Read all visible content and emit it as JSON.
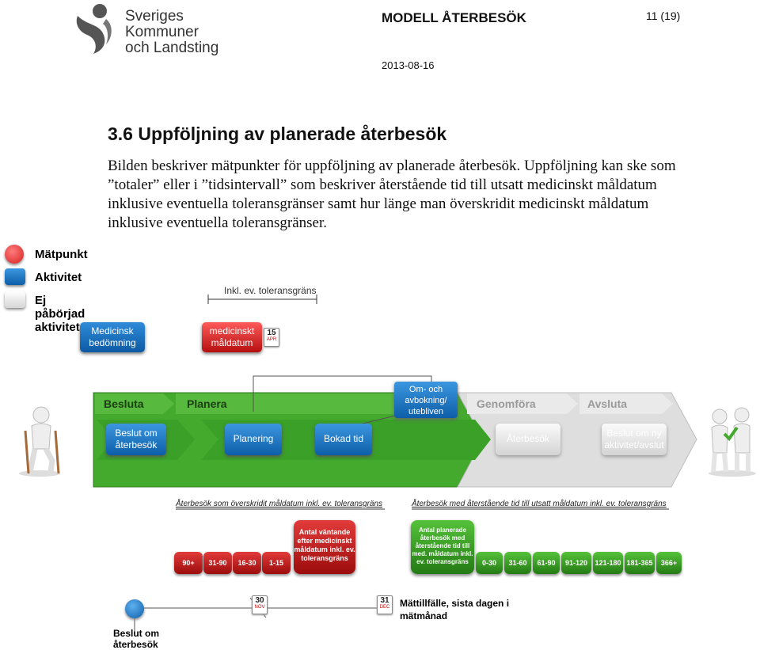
{
  "header": {
    "logo_lines": [
      "Sveriges",
      "Kommuner",
      "och Landsting"
    ],
    "title": "MODELL ÅTERBESÖK",
    "page": "11 (19)",
    "date": "2013-08-16"
  },
  "section": {
    "title": "3.6  Uppföljning av planerade återbesök",
    "paragraph": "Bilden beskriver mätpunkter för uppföljning av planerade återbesök. Uppföljning kan ske som ”totaler” eller i ”tidsintervall” som beskriver återstående tid till utsatt medicinskt måldatum inklusive eventuella toleransgränser samt hur länge man överskridit medicinskt måldatum inklusive eventuella toleransgränser."
  },
  "legend": {
    "matpunkt": "Mätpunkt",
    "aktivitet": "Aktivitet",
    "ej": "Ej påbörjad aktivitet"
  },
  "diagram": {
    "tolerance_label": "Inkl. ev. toleransgräns",
    "medicinsk": "Medicinsk bedömning",
    "maldatum": "medicinskt måldatum",
    "cal1": {
      "day": "15",
      "month": "APR"
    },
    "phases": {
      "besluta": "Besluta",
      "planera": "Planera",
      "om": "Om- och avbokning/ utebliven",
      "genomfora": "Genomföra",
      "avsluta": "Avsluta"
    },
    "activities": {
      "beslut": "Beslut om återbesök",
      "planering": "Planering",
      "bokad": "Bokad tid",
      "aterbesok": "Återbesök",
      "beslut_ny": "Beslut om ny aktivitet/avslut"
    },
    "overskridit": "Återbesök som överskridit måldatum inkl. ev. toleransgräns",
    "aterstaende": "Återbesök med återstående tid till utsatt måldatum inkl. ev. toleransgräns",
    "red_main": "Antal väntande efter medicinskt måldatum inkl. ev. toleransgräns",
    "green_main": "Antal planerade återbesök med återstående tid till med. måldatum inkl. ev. toleransgräns",
    "red_bins": [
      "90+",
      "31-90",
      "16-30",
      "1-15"
    ],
    "green_bins": [
      "0-30",
      "31-60",
      "61-90",
      "91-120",
      "121-180",
      "181-365",
      "366+"
    ],
    "cal2": {
      "day": "30",
      "month": "NOV"
    },
    "cal3": {
      "day": "31",
      "month": "DEC"
    },
    "mattillfalle": "Mättillfälle, sista dagen i mätmånad",
    "beslut_bottom": "Beslut om återbesök"
  },
  "colors": {
    "green": "#3fa92a",
    "blue": "#0f6fb8",
    "red": "#c8102e",
    "grey": "#dcdcdc"
  }
}
